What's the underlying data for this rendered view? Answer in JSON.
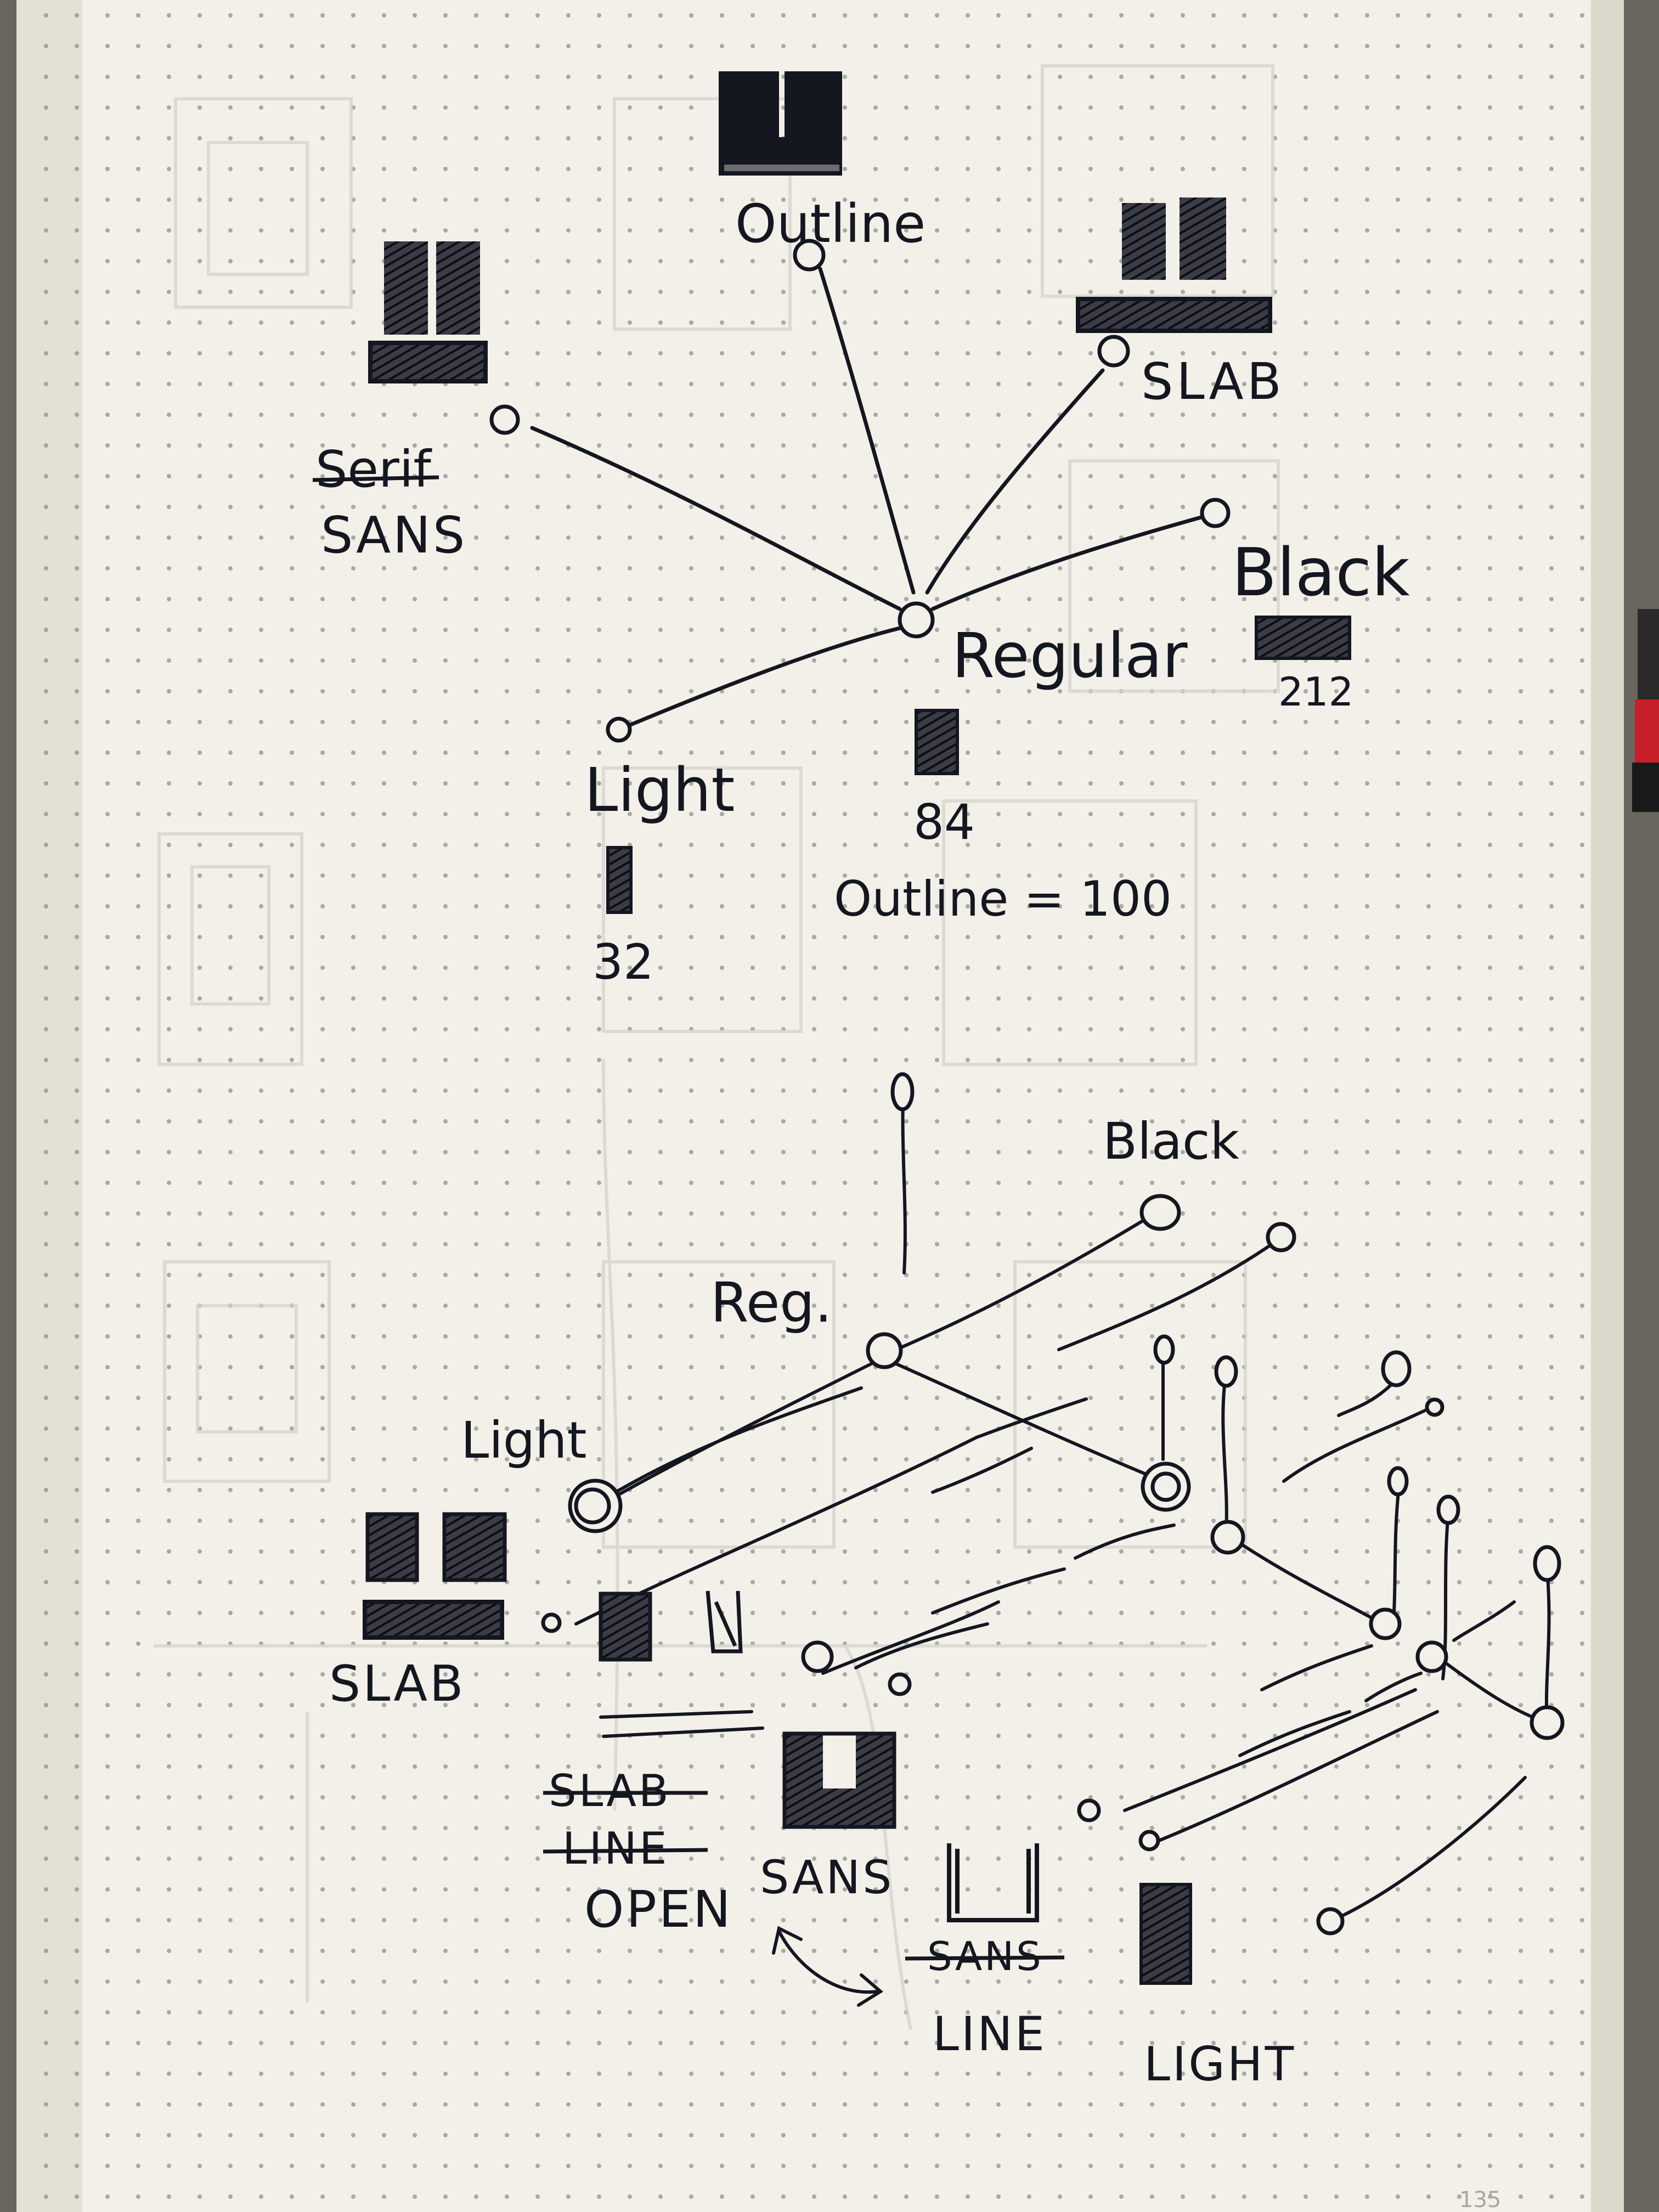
{
  "colors": {
    "paper": "#f2f0e8",
    "ink": "#141620",
    "dot": "#8a8a86",
    "ghost": "#d5d3cc",
    "gutter": "#d8d4c8",
    "backdrop": "#6b6560"
  },
  "top_diagram": {
    "center_label": "Regular",
    "center_value": "84",
    "outline_label": "Outline",
    "slab_label": "SLAB",
    "serif_label": "Serif",
    "sans_label": "SANS",
    "black_label": "Black",
    "black_value": "212",
    "light_label": "Light",
    "light_value": "32",
    "note": "Outline = 100"
  },
  "bottom_diagram": {
    "black_label": "Black",
    "regular_label": "Reg.",
    "light_label": "Light",
    "slab_label": "SLAB",
    "struck_slab_label": "SLAB",
    "struck_line_label": "LINE",
    "open_label": "OPEN",
    "sans_label": "SANS",
    "struck_sans_label": "SANS",
    "line_label": "LINE",
    "light_caps_label": "LIGHT"
  },
  "page_number": "135"
}
